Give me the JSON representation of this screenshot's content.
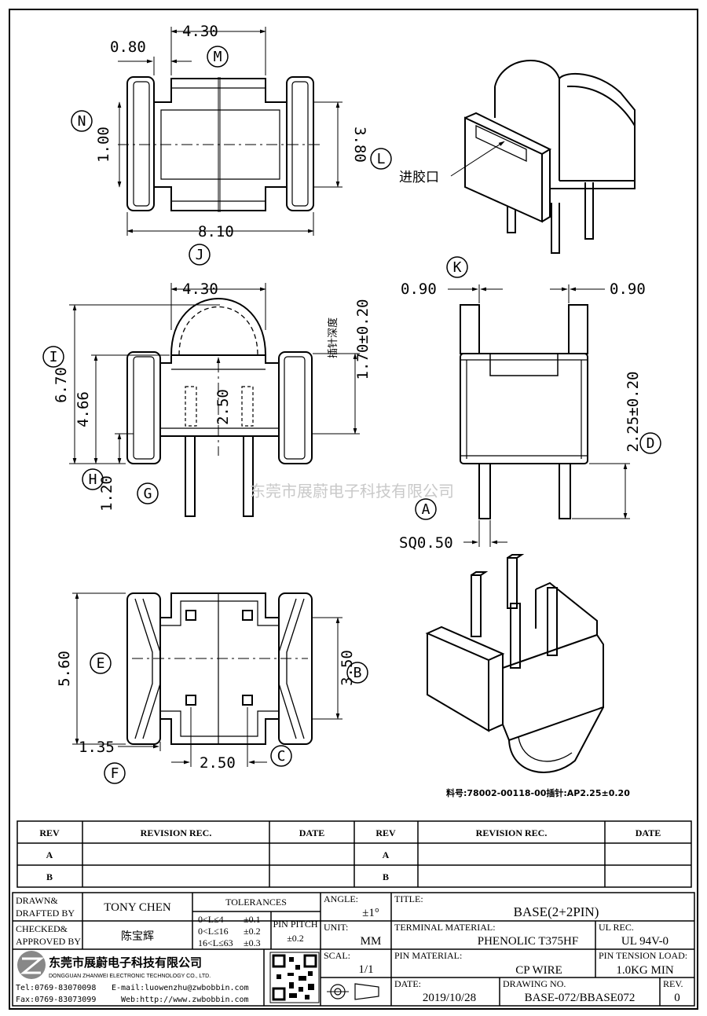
{
  "views": {
    "top": {
      "dims": {
        "width_top": "4.30",
        "flange": "0.80",
        "height": "1.00",
        "inner": "3.80",
        "overall": "8.10"
      },
      "markers": {
        "m": "M",
        "n": "N",
        "l": "L",
        "j": "J"
      }
    },
    "iso_top": {
      "gate_label": "进胶口"
    },
    "front": {
      "dims": {
        "width": "4.30",
        "total_h": "6.70",
        "body_h": "4.66",
        "pin_depth": "1.70±0.20",
        "pin_depth_label": "插针深度",
        "spacing": "2.50",
        "base_h": "1.20"
      },
      "markers": {
        "i": "I",
        "h": "H",
        "g": "G"
      }
    },
    "side": {
      "dims": {
        "left": "0.90",
        "right": "0.90",
        "pin_len": "2.25±0.20",
        "pin_sq": "SQ0.50"
      },
      "markers": {
        "k": "K",
        "d": "D",
        "a": "A"
      }
    },
    "bottom": {
      "dims": {
        "height": "5.60",
        "inner": "3.50",
        "flange": "1.35",
        "pin_pitch": "2.50"
      },
      "markers": {
        "e": "E",
        "b": "B",
        "f": "F",
        "c": "C"
      }
    },
    "part_note": "料号:78002-00118-00插针:AP2.25±0.20"
  },
  "watermark": "东莞市展蔚电子科技有限公司",
  "revision_table": {
    "headers": {
      "rev": "REV",
      "rec": "REVISION REC.",
      "date": "DATE"
    },
    "rows": [
      "A",
      "B"
    ]
  },
  "title_block": {
    "drawn_label": "DRAWN&\nDRAFTED BY",
    "drawn_label_1": "DRAWN&",
    "drawn_label_2": "DRAFTED BY",
    "drawn_value": "TONY CHEN",
    "checked_label_1": "CHECKED&",
    "checked_label_2": "APPROVED BY",
    "checked_value": "陈宝辉",
    "tolerances_label": "TOLERANCES",
    "tol_rows": [
      {
        "range": "0<L≤4",
        "value": "±0.1"
      },
      {
        "range": "0<L≤16",
        "value": "±0.2"
      },
      {
        "range": "16<L≤63",
        "value": "±0.3"
      }
    ],
    "pin_pitch_label": "PIN PITCH",
    "pin_pitch_value": "±0.2",
    "angle_label": "ANGLE:",
    "angle_value": "±1°",
    "unit_label": "UNIT:",
    "unit_value": "MM",
    "scale_label": "SCAL:",
    "scale_value": "1/1",
    "title_label": "TITLE:",
    "title_value": "BASE(2+2PIN)",
    "terminal_label": "TERMINAL MATERIAL:",
    "terminal_value": "PHENOLIC T375HF",
    "ul_label": "UL REC.",
    "ul_value": "UL 94V-0",
    "pin_material_label": "PIN MATERIAL:",
    "pin_material_value": "CP WIRE",
    "tension_label": "PIN TENSION LOAD:",
    "tension_value": "1.0KG MIN",
    "date_label": "DATE:",
    "date_value": "2019/10/28",
    "drawing_label": "DRAWING NO.",
    "drawing_value": "BASE-072/BBASE072",
    "rev_label": "REV.",
    "rev_value": "0",
    "company_cn": "东莞市展蔚电子科技有限公司",
    "company_en": "DONGGUAN ZHANWEI ELECTRONIC TECHNOLOGY CO., LTD.",
    "tel": "Tel:0769-83070098",
    "email": "E-mail:luowenzhu@zwbobbin.com",
    "fax": "Fax:0769-83073099",
    "web": "Web:http://www.zwbobbin.com"
  },
  "colors": {
    "line": "#000000",
    "watermark": "#c9c9c9"
  }
}
